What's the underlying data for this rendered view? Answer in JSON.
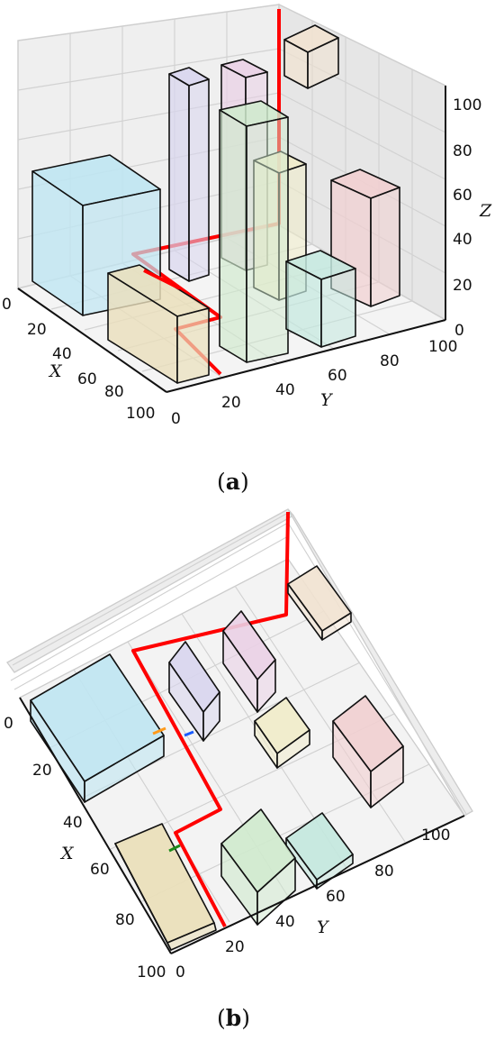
{
  "chart_data": [
    {
      "type": "3d-box-layout",
      "panel_label": "a",
      "view": "perspective",
      "axes": {
        "x_label": "X",
        "y_label": "Y",
        "z_label": "Z",
        "x_ticks": [
          "0",
          "20",
          "40",
          "60",
          "80",
          "100"
        ],
        "y_ticks": [
          "0",
          "20",
          "40",
          "60",
          "80",
          "100"
        ],
        "z_ticks": [
          "0",
          "20",
          "40",
          "60",
          "80",
          "100"
        ],
        "xlim": [
          0,
          100
        ],
        "ylim": [
          0,
          100
        ],
        "zlim": [
          0,
          100
        ]
      },
      "path_color": "#ff0000"
    },
    {
      "type": "3d-box-layout",
      "panel_label": "b",
      "view": "top",
      "axes": {
        "x_label": "X",
        "y_label": "Y",
        "x_ticks": [
          "0",
          "20",
          "40",
          "60",
          "80",
          "100"
        ],
        "y_ticks": [
          "0",
          "20",
          "40",
          "60",
          "80",
          "100"
        ],
        "xlim": [
          0,
          100
        ],
        "ylim": [
          0,
          100
        ]
      },
      "path_color": "#ff0000"
    }
  ],
  "boxes": [
    {
      "name": "cyan-box",
      "color": "#bfe6f2"
    },
    {
      "name": "tan-box",
      "color": "#eadfbb"
    },
    {
      "name": "lavender-box",
      "color": "#d8d5ee"
    },
    {
      "name": "pink-box",
      "color": "#ead0e6"
    },
    {
      "name": "green-box",
      "color": "#cfeacd"
    },
    {
      "name": "cream-box",
      "color": "#f1ecc9"
    },
    {
      "name": "teal-box",
      "color": "#c3e8de"
    },
    {
      "name": "salmon-box",
      "color": "#f1cfd0"
    },
    {
      "name": "peach-box",
      "color": "#f1e2d0"
    }
  ],
  "labels": {
    "panel_a": "a",
    "panel_b": "b",
    "paren_open": "(",
    "paren_close": ")"
  }
}
